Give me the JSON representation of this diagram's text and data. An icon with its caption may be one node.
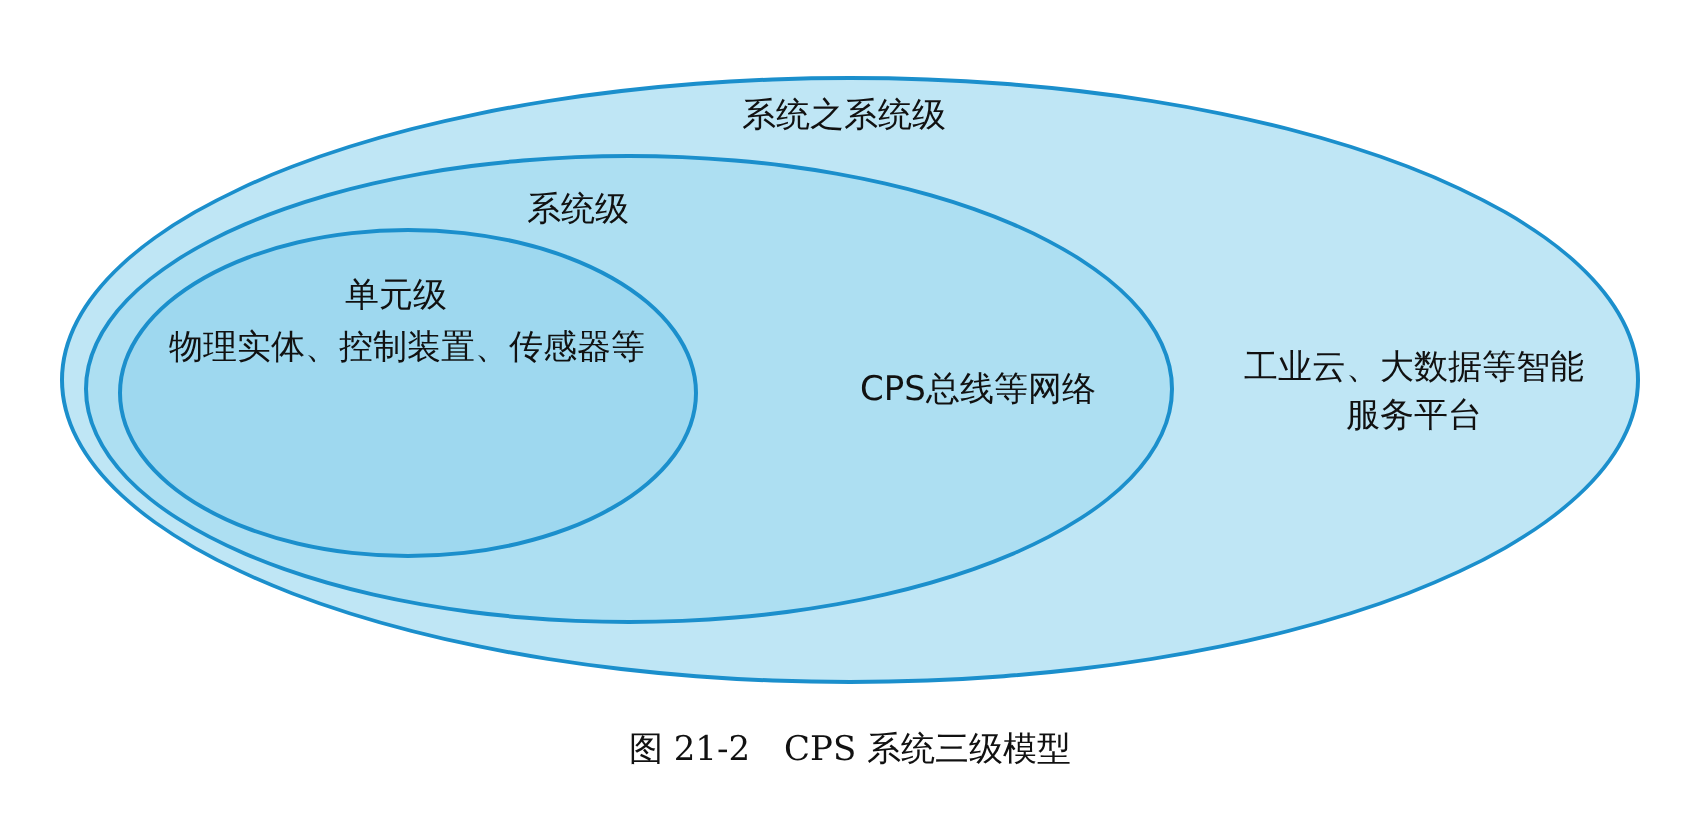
{
  "diagram": {
    "caption": "图 21-2　CPS 系统三级模型",
    "nodes": [
      {
        "text": [
          "系统之系统级",
          "工业云、大数据等智能服务平台"
        ]
      },
      {
        "text": [
          "系统级",
          "CPS总线等网络"
        ],
        "in": 0
      },
      {
        "text": [
          "单元级",
          "物理实体、控制装置、传感器等"
        ],
        "in": 1
      }
    ]
  }
}
